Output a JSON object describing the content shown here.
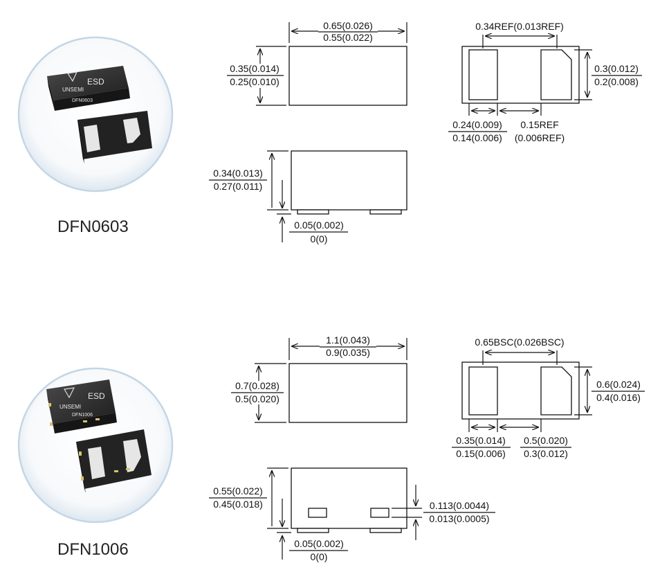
{
  "packages": [
    {
      "name": "DFN0603",
      "chip": {
        "text": "ESD",
        "marking": "DFN0603",
        "brand": "UNSEMI"
      },
      "top_width": {
        "max": "0.65(0.026)",
        "min": "0.55(0.022)"
      },
      "top_height": {
        "max": "0.35(0.014)",
        "min": "0.25(0.010)"
      },
      "side_height": {
        "max": "0.34(0.013)",
        "min": "0.27(0.011)"
      },
      "standoff": {
        "max": "0.05(0.002)",
        "min": "0(0)"
      },
      "pad_pitch": "0.34REF(0.013REF)",
      "pad_height": {
        "max": "0.3(0.012)",
        "min": "0.2(0.008)"
      },
      "pad_width": {
        "max": "0.24(0.009)",
        "min": "0.14(0.006)"
      },
      "pad_gap": {
        "max": "0.15REF",
        "min": "(0.006REF)"
      }
    },
    {
      "name": "DFN1006",
      "chip": {
        "text": "ESD",
        "marking": "DFN1006",
        "brand": "UNSEMI"
      },
      "top_width": {
        "max": "1.1(0.043)",
        "min": "0.9(0.035)"
      },
      "top_height": {
        "max": "0.7(0.028)",
        "min": "0.5(0.020)"
      },
      "side_height": {
        "max": "0.55(0.022)",
        "min": "0.45(0.018)"
      },
      "standoff": {
        "max": "0.05(0.002)",
        "min": "0(0)"
      },
      "pad_pitch": "0.65BSC(0.026BSC)",
      "pad_height": {
        "max": "0.6(0.024)",
        "min": "0.4(0.016)"
      },
      "pad_width": {
        "max": "0.35(0.014)",
        "min": "0.15(0.006)"
      },
      "pad_gap": {
        "max": "0.5(0.020)",
        "min": "0.3(0.012)"
      },
      "side_pad": {
        "max": "0.113(0.0044)",
        "min": "0.013(0.0005)"
      }
    }
  ],
  "colors": {
    "chip_body": "#2a2a2a",
    "pad": "#e6e6e6",
    "circle_edge": "#b9cfe2"
  }
}
